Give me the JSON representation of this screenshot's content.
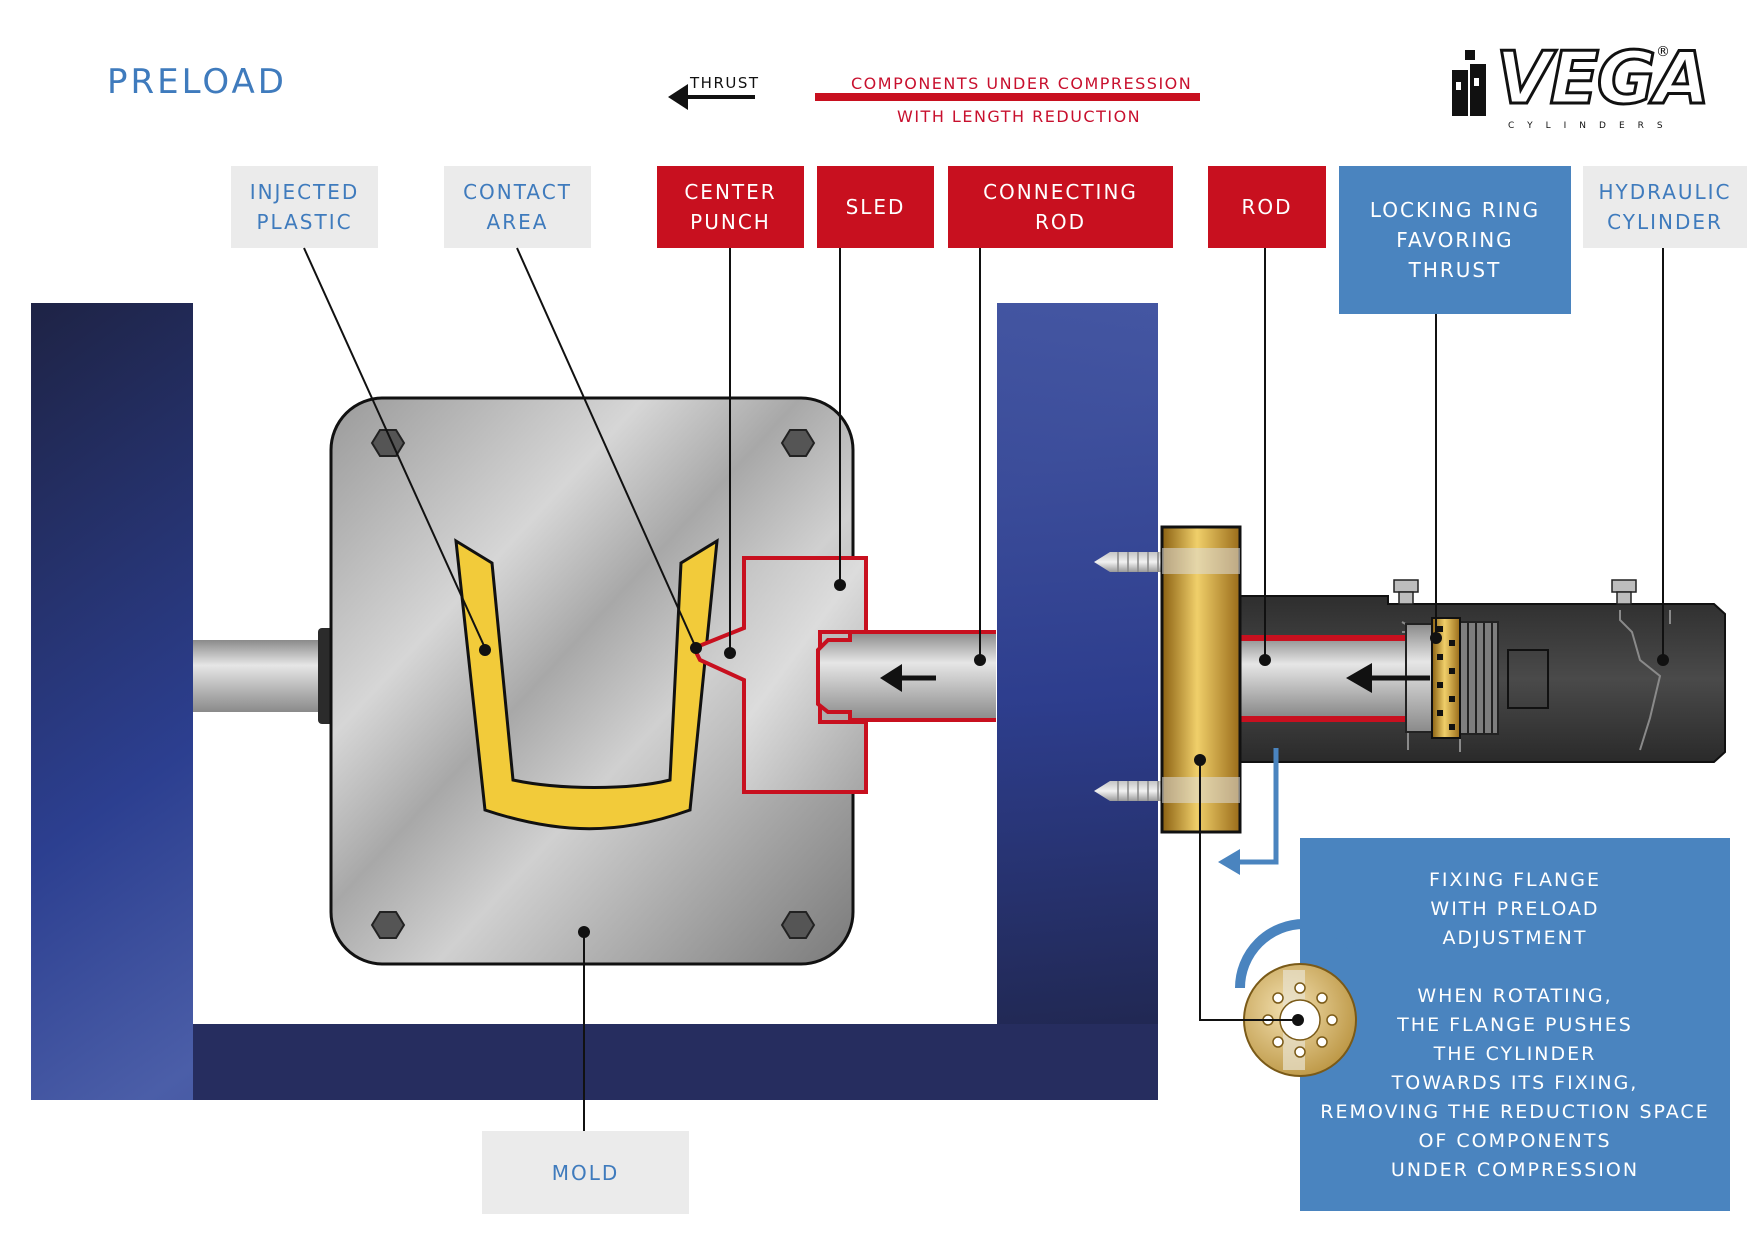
{
  "title": "PRELOAD",
  "legend": {
    "thrust": "THRUST",
    "compression_line1": "COMPONENTS UNDER COMPRESSION",
    "compression_line2": "WITH LENGTH REDUCTION"
  },
  "logo": {
    "word": "VEGA",
    "sub": "CYLINDERS",
    "reg": "®"
  },
  "labels": {
    "injected_plastic": "INJECTED\nPLASTIC",
    "contact_area": "CONTACT\nAREA",
    "center_punch": "CENTER\nPUNCH",
    "sled": "SLED",
    "connecting_rod": "CONNECTING\nROD",
    "rod": "ROD",
    "locking_ring": "LOCKING RING\nFAVORING\nTHRUST",
    "hydraulic_cylinder": "HYDRAULIC\nCYLINDER",
    "mold": "MOLD"
  },
  "info": {
    "heading": "FIXING FLANGE\nWITH PRELOAD\nADJUSTMENT",
    "body": "WHEN ROTATING,\nTHE FLANGE PUSHES\nTHE CYLINDER\nTOWARDS ITS FIXING,\nREMOVING THE REDUCTION SPACE\nOF COMPONENTS\nUNDER COMPRESSION"
  },
  "colors": {
    "red": "#c8101f",
    "blue": "#4a84bf",
    "frame_blue": "#2d3f8f",
    "plastic_yellow": "#f2cb3a",
    "brass": "#c9962a",
    "label_grey": "#ebebeb"
  }
}
